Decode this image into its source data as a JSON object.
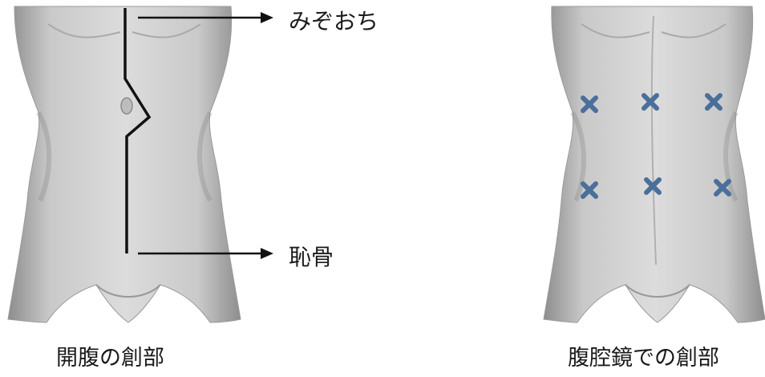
{
  "left_figure": {
    "caption": "開腹の創部",
    "callouts": {
      "top": "みぞおち",
      "bottom": "恥骨"
    }
  },
  "right_figure": {
    "caption": "腹腔鏡での創部",
    "port_marks": [
      "incision-mark",
      "incision-mark",
      "incision-mark",
      "incision-mark",
      "incision-mark",
      "incision-mark"
    ],
    "mark_color": "#4a6f9a"
  }
}
